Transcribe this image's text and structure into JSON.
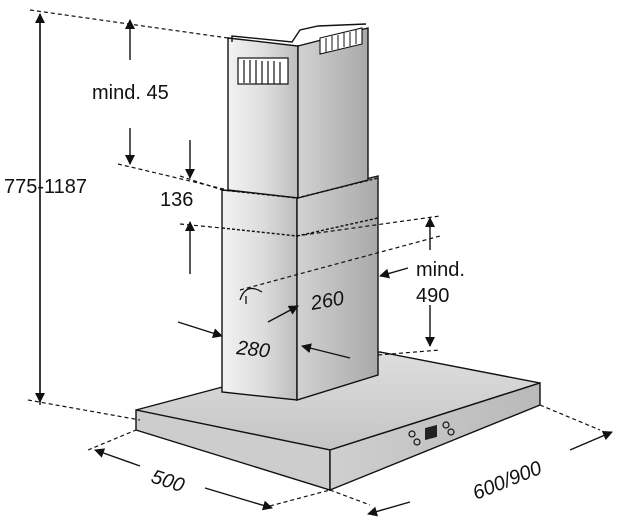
{
  "diagram": {
    "labels": {
      "min_top": "mind. 45",
      "total_height": "775-1187",
      "chimney_gap": "136",
      "min_side_a": "mind.",
      "min_side_b": "490",
      "inner_width": "260",
      "inner_depth": "280",
      "base_depth": "500",
      "base_width": "600/900"
    },
    "colors": {
      "line": "#111111",
      "metal_light": "#e6e6e6",
      "metal_mid": "#c8c8c8",
      "metal_dark": "#a8a8a8"
    }
  }
}
